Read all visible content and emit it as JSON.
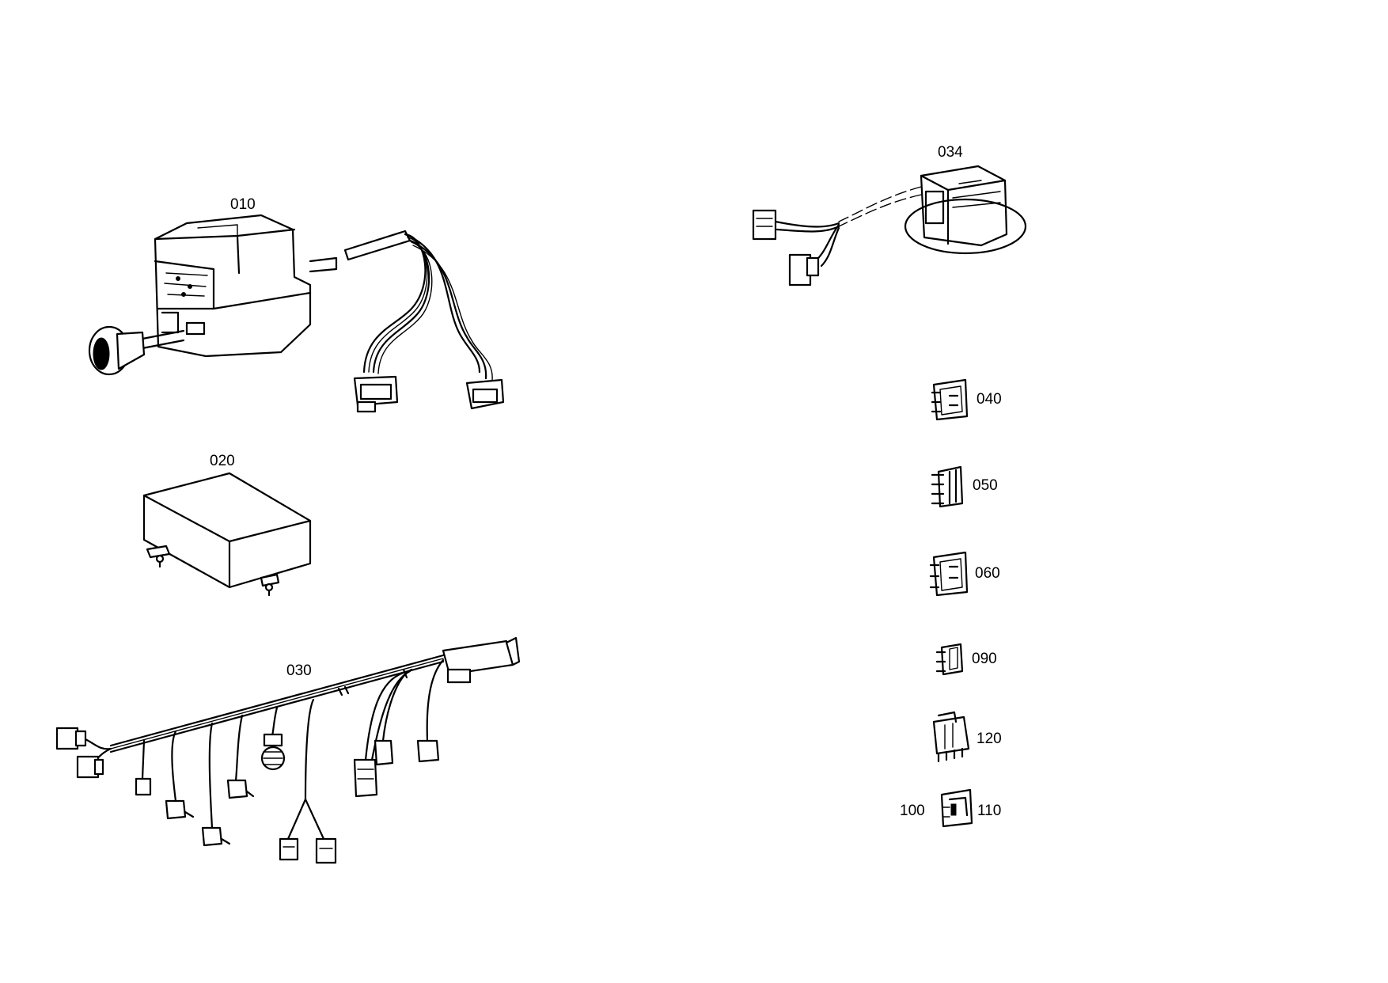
{
  "diagram": {
    "items": [
      {
        "id": "switch_unit",
        "label": "010"
      },
      {
        "id": "control_box",
        "label": "020"
      },
      {
        "id": "wiring_harness",
        "label": "030"
      },
      {
        "id": "display_unit",
        "label": "034"
      },
      {
        "id": "connector_a",
        "label": "040"
      },
      {
        "id": "connector_b",
        "label": "050"
      },
      {
        "id": "connector_c",
        "label": "060"
      },
      {
        "id": "connector_d",
        "label": "090"
      },
      {
        "id": "connector_e",
        "label": "120"
      },
      {
        "id": "connector_f_left",
        "label": "100"
      },
      {
        "id": "connector_f_right",
        "label": "110"
      }
    ]
  }
}
